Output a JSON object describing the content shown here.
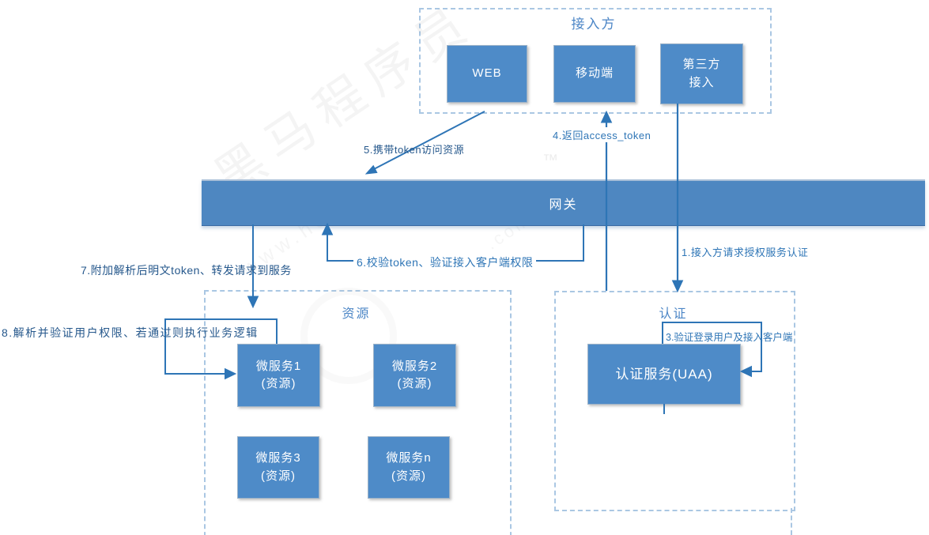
{
  "access": {
    "title": "接入方",
    "boxes": [
      {
        "line1": "WEB"
      },
      {
        "line1": "移动端"
      },
      {
        "line1": "第三方",
        "line2": "接入"
      }
    ]
  },
  "gateway": {
    "label": "网关"
  },
  "resource": {
    "title": "资源",
    "boxes": [
      {
        "line1": "微服务1",
        "line2": "(资源)"
      },
      {
        "line1": "微服务2",
        "line2": "(资源)"
      },
      {
        "line1": "微服务3",
        "line2": "(资源)"
      },
      {
        "line1": "微服务n",
        "line2": "(资源)"
      }
    ]
  },
  "auth": {
    "title": "认证",
    "uaa_label": "认证服务(UAA)"
  },
  "steps": {
    "step1": "1.接入方请求授权服务认证",
    "step3": "3.验证登录用户及接入客户端",
    "step4": "4.返回access_token",
    "step5": "5.携带token访问资源",
    "step6": "6.校验token、验证接入客户端权限",
    "step7": "7.附加解析后明文token、转发请求到服务",
    "step8": "8.解析并验证用户权限、若通过则执行业务逻辑"
  },
  "watermark": {
    "brand": "黑马程序员",
    "url": "www.heima",
    "com": ".com",
    "tm": "™"
  },
  "colors": {
    "node_fill": "#4e8bc8",
    "gateway_fill": "#4e87c1",
    "connector": "#2e75b6",
    "dashed_border": "#aac7e3",
    "label_blue": "#2e75b6",
    "label_dark_blue": "#26588c",
    "title_blue": "#4c86c6"
  }
}
